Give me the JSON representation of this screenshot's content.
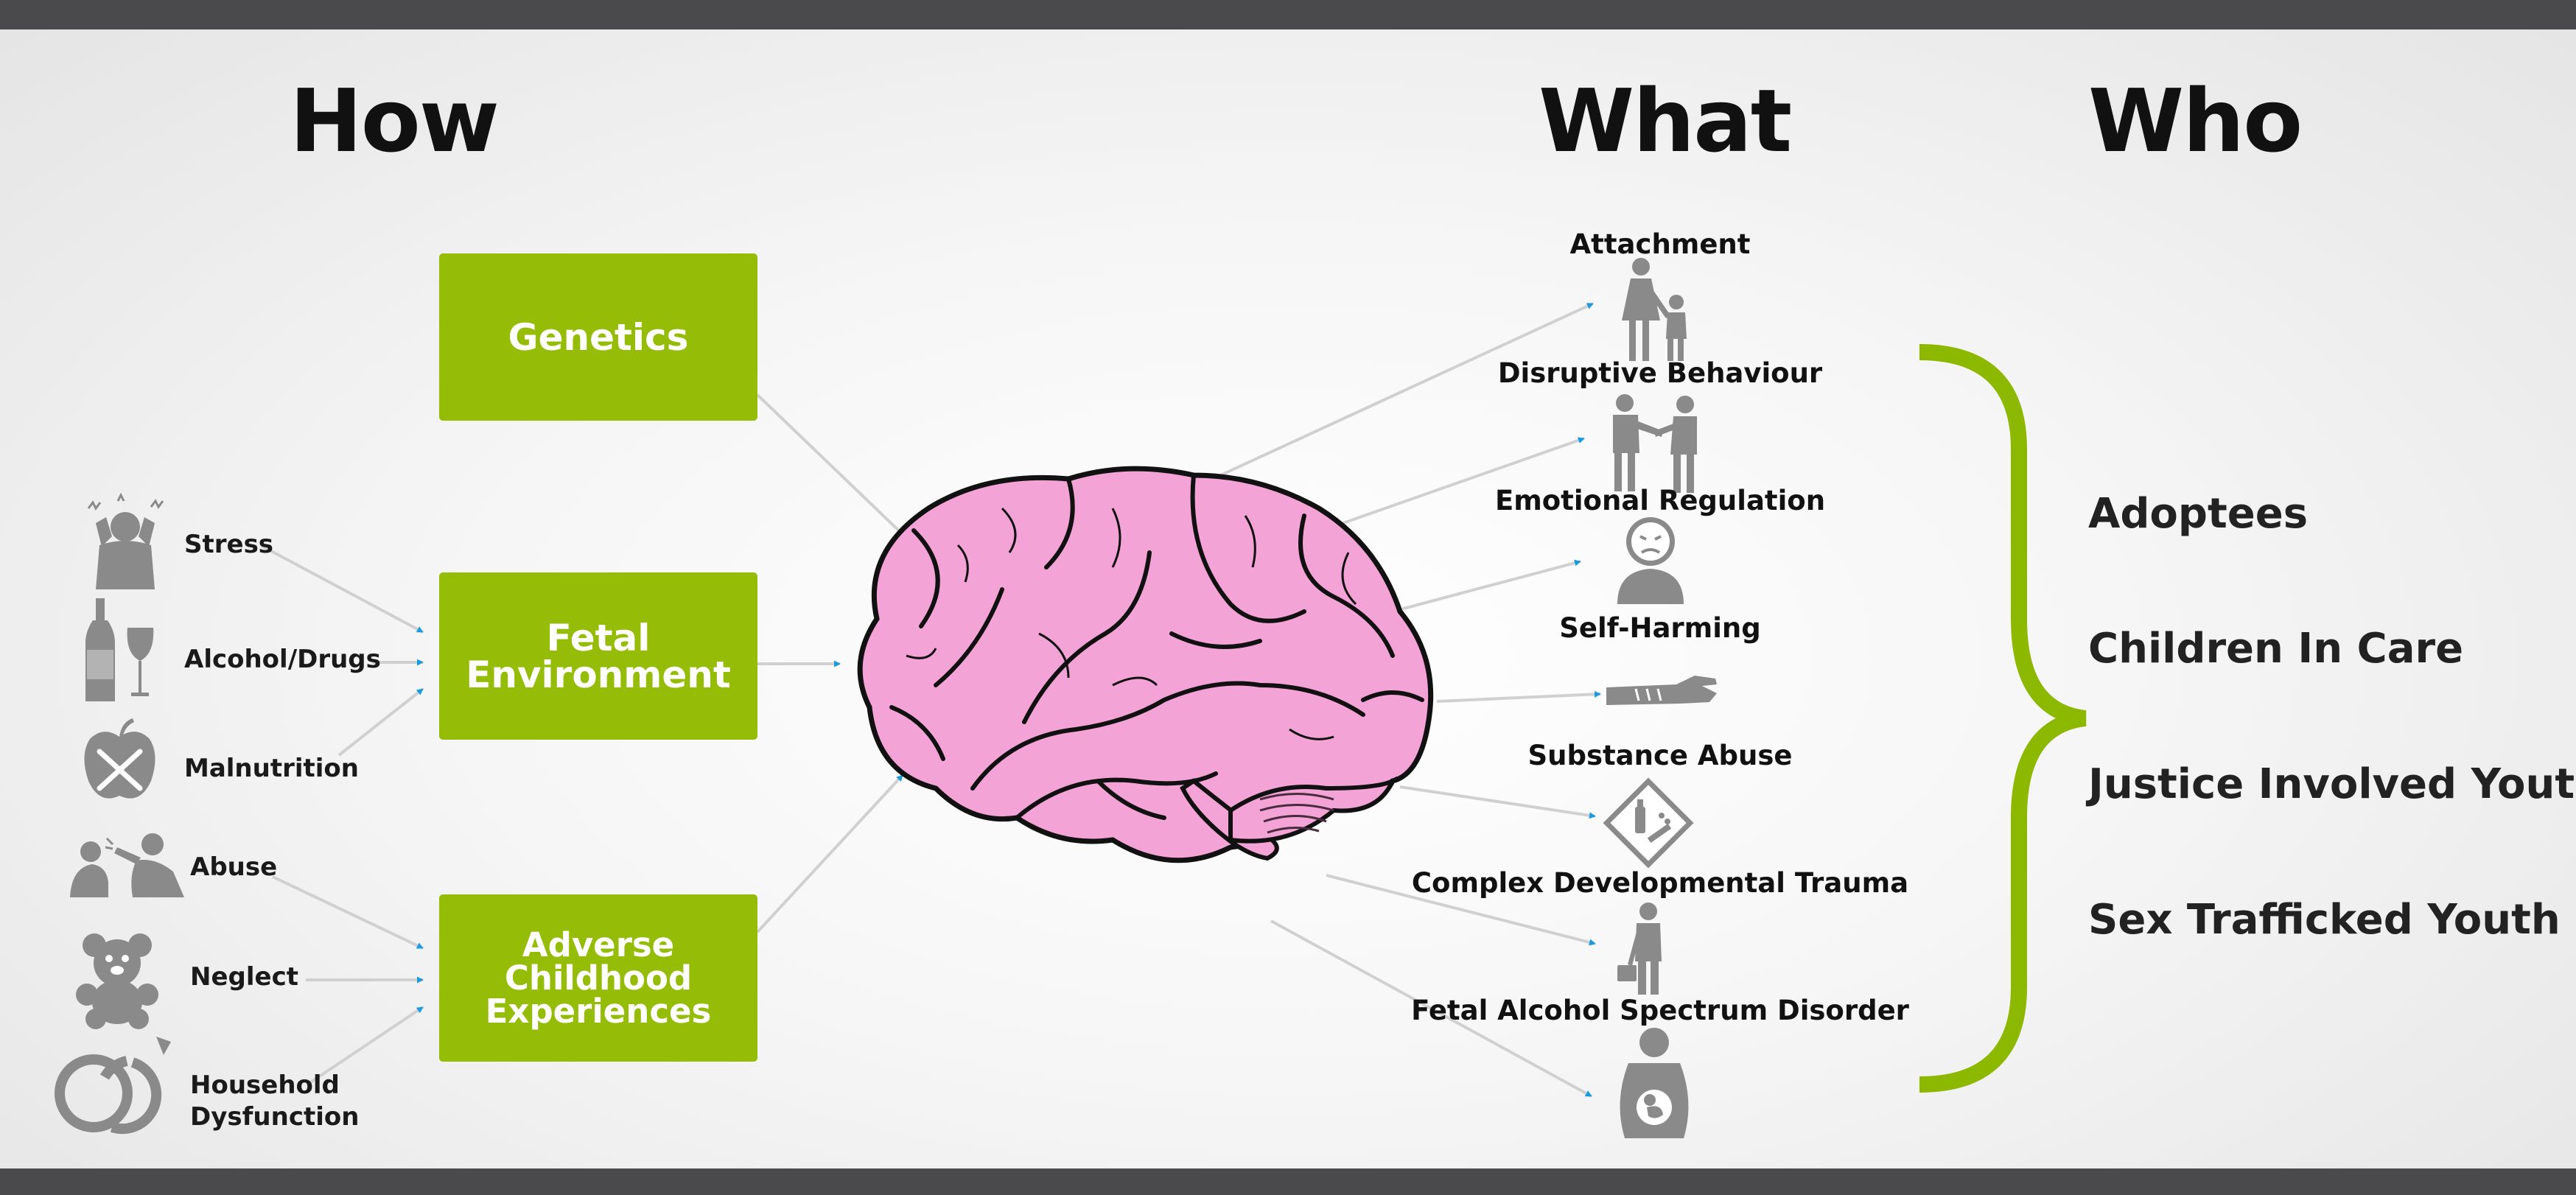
{
  "headings": {
    "how": "How",
    "what": "What",
    "who": "Who"
  },
  "causes": {
    "boxes": [
      {
        "lines": [
          "Genetics"
        ]
      },
      {
        "lines": [
          "Fetal",
          "Environment"
        ]
      },
      {
        "lines": [
          "Adverse Childhood",
          "Experiences"
        ]
      }
    ],
    "factors": [
      {
        "lines": [
          "Stress"
        ],
        "icon": "stressed-person-icon"
      },
      {
        "lines": [
          "Alcohol/Drugs"
        ],
        "icon": "wine-bottle-glass-icon"
      },
      {
        "lines": [
          "Malnutrition"
        ],
        "icon": "apple-fork-knife-icon"
      },
      {
        "lines": [
          "Abuse"
        ],
        "icon": "abuse-icon"
      },
      {
        "lines": [
          "Neglect"
        ],
        "icon": "teddy-bear-icon"
      },
      {
        "lines": [
          "Household",
          "Dysfunction"
        ],
        "icon": "broken-rings-icon"
      }
    ]
  },
  "outcomes": [
    {
      "label": "Attachment",
      "icon": "parent-child-icon"
    },
    {
      "label": "Disruptive Behaviour",
      "icon": "fighting-people-icon"
    },
    {
      "label": "Emotional Regulation",
      "icon": "angry-face-person-icon"
    },
    {
      "label": "Self-Harming",
      "icon": "cut-arm-icon"
    },
    {
      "label": "Substance Abuse",
      "icon": "drug-warning-sign-icon"
    },
    {
      "label": "Complex Developmental Trauma",
      "icon": "person-briefcase-icon"
    },
    {
      "label": "Fetal Alcohol Spectrum Disorder",
      "icon": "pregnant-woman-icon"
    }
  ],
  "who": [
    "Adoptees",
    "Children In Care",
    "Justice Involved Youth",
    "Sex Trafficked Youth"
  ],
  "colors": {
    "box_green": "#95bd08",
    "brace_green": "#8cb800",
    "brain_pink": "#f3a3d6",
    "arrow_blue": "#1a9be0",
    "icon_gray": "#8a8a8a",
    "bar_dark": "#4a4a4c"
  }
}
